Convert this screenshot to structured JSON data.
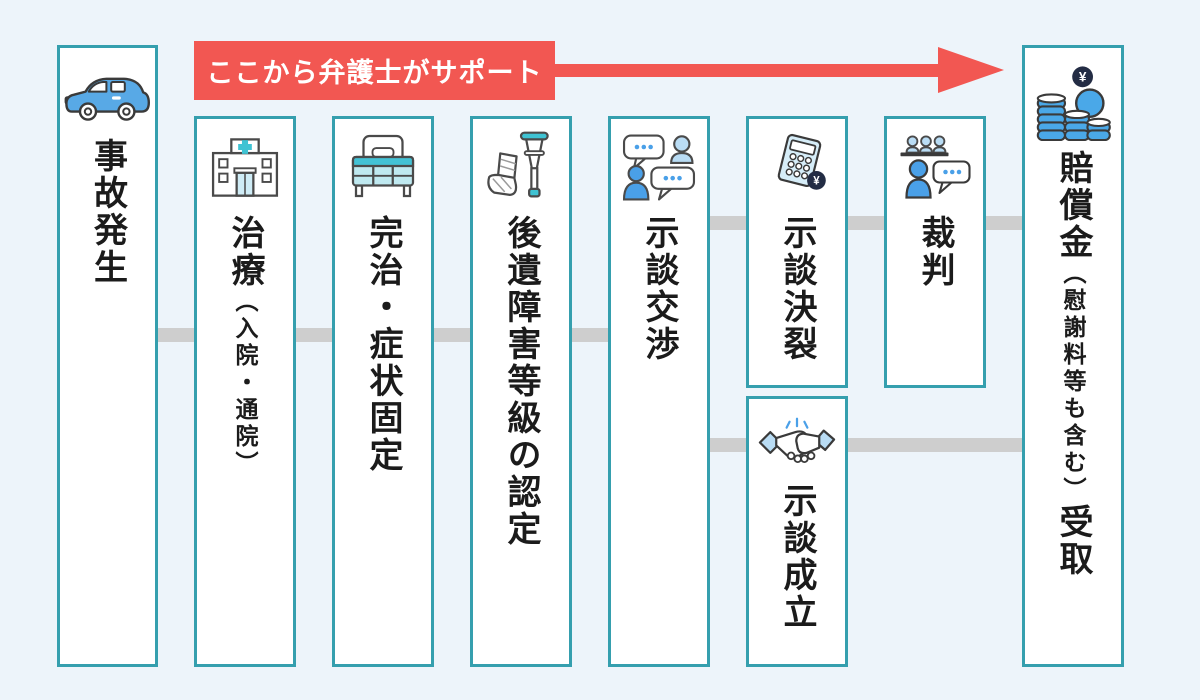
{
  "page": {
    "background": "#edf4fa"
  },
  "banner": {
    "label": "ここから弁護士がサポート"
  },
  "colors": {
    "accent_teal_border": "#359fae",
    "arrow_red": "#f25752",
    "connector_gray": "#cecece",
    "icon_blue": "#4aa0e8",
    "icon_light_blue": "#b9dcf4",
    "icon_teal": "#3fc3d3",
    "badge_navy": "#232c44"
  },
  "icons": {
    "yen": "¥"
  },
  "steps": [
    {
      "id": "accident",
      "icon": "car-icon",
      "label_main": "事故発生"
    },
    {
      "id": "treatment",
      "icon": "hospital-icon",
      "label_main": "治療",
      "label_sub": "（入院・通院）"
    },
    {
      "id": "recovery-fixed-symptoms",
      "icon": "bed-icon",
      "label_main": "完治・症状固定"
    },
    {
      "id": "disability-grade-certification",
      "icon": "crutch-cast-icon",
      "label_main": "後遺障害等級の認定"
    },
    {
      "id": "settlement-negotiation",
      "icon": "chat-icon",
      "label_main": "示談交渉"
    },
    {
      "id": "settlement-breakdown",
      "icon": "calculator-icon",
      "label_main": "示談決裂"
    },
    {
      "id": "trial",
      "icon": "court-icon",
      "label_main": "裁判"
    },
    {
      "id": "settlement-reached",
      "icon": "handshake-icon",
      "label_main": "示談成立"
    },
    {
      "id": "compensation-received",
      "icon": "coins-icon",
      "label_main": "賠償金",
      "label_sub": "（慰謝料等も含む）",
      "label_suffix": "受取"
    }
  ]
}
